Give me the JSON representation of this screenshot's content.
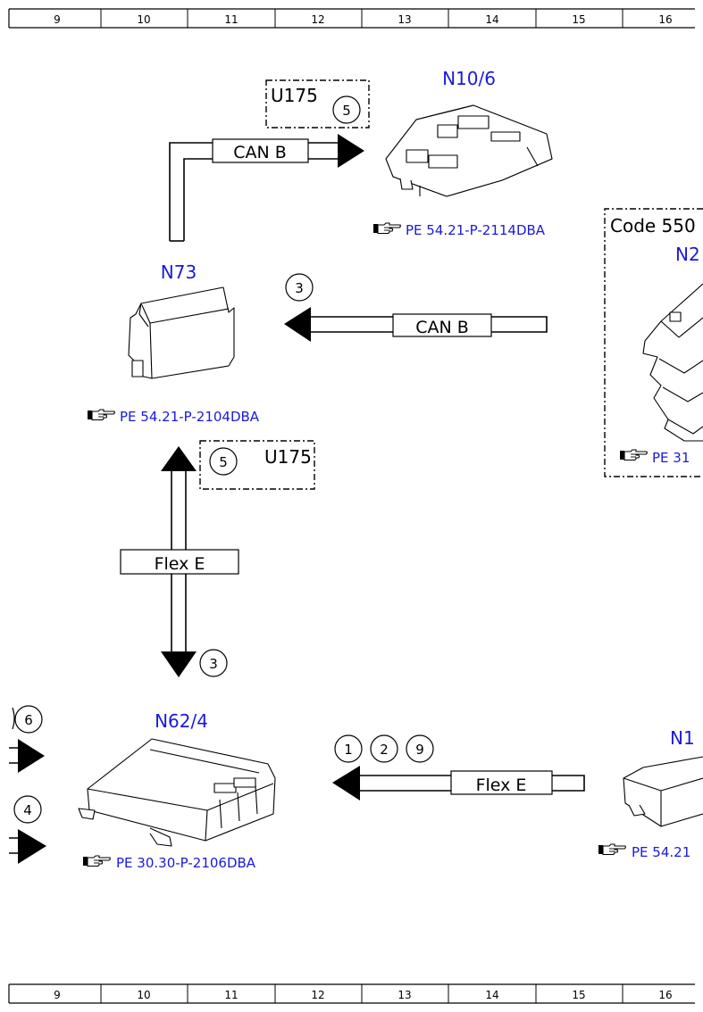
{
  "grid_columns": [
    "9",
    "10",
    "11",
    "12",
    "13",
    "14",
    "15",
    "16"
  ],
  "components": {
    "n10_6": {
      "code": "N10/6",
      "ref": "PE 54.21-P-2114DBA"
    },
    "n73": {
      "code": "N73",
      "ref": "PE 54.21-P-2104DBA"
    },
    "n62_4": {
      "code": "N62/4",
      "ref": "PE 30.30-P-2106DBA"
    },
    "n2_partial": {
      "code": "N2",
      "ref": "PE 31"
    },
    "n1_partial": {
      "code": "N1",
      "ref": "PE 54.21"
    }
  },
  "code_box": {
    "label": "Code 550"
  },
  "optional_boxes": [
    {
      "label": "U175",
      "number": "5"
    },
    {
      "label": "U175",
      "number": "5"
    }
  ],
  "buses": {
    "can_b_top": "CAN B",
    "can_b_mid": "CAN B",
    "flex_e_vertical": "Flex E",
    "flex_e_bottom": "Flex E"
  },
  "markers": {
    "n73_in": "3",
    "flex_down": "3",
    "left_top": "6",
    "left_bottom": "4",
    "bottom_a": "1",
    "bottom_b": "2",
    "bottom_c": "9"
  },
  "colors": {
    "link": "#1a1adb",
    "line": "#000000"
  },
  "icons": {
    "reference": "pointing-hand-icon"
  }
}
